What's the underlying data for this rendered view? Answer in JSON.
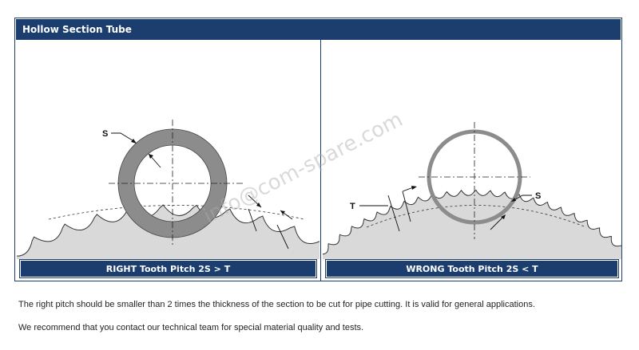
{
  "header": {
    "title": "Hollow Section Tube"
  },
  "left_panel": {
    "caption": "RIGHT Tooth Pitch 2S > T",
    "label_s": "S"
  },
  "right_panel": {
    "caption": "WRONG Tooth Pitch 2S < T",
    "label_t": "T",
    "label_s": "S"
  },
  "description": {
    "line1": "The right pitch should be smaller than 2 times the thickness of the section to be cut for pipe cutting. It is valid for general applications.",
    "line2": "We recommend that you contact our technical team for special material quality and tests."
  },
  "watermark": "info@com-spare.com",
  "colors": {
    "navy": "#1b3e6f",
    "blade": "#d9d9d9",
    "tube": "#8c8c8c"
  }
}
